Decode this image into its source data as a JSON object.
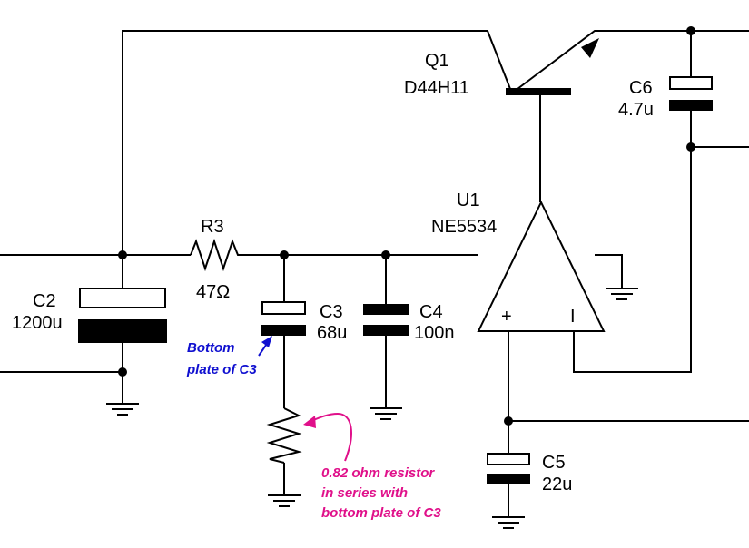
{
  "components": {
    "q1": {
      "ref": "Q1",
      "value": "D44H11"
    },
    "u1": {
      "ref": "U1",
      "value": "NE5534",
      "pin_plus": "+",
      "pin_minus": "I"
    },
    "r3": {
      "ref": "R3",
      "value": "47Ω"
    },
    "c2": {
      "ref": "C2",
      "value": "1200u"
    },
    "c3": {
      "ref": "C3",
      "value": "68u"
    },
    "c4": {
      "ref": "C4",
      "value": "100n"
    },
    "c5": {
      "ref": "C5",
      "value": "22u"
    },
    "c6": {
      "ref": "C6",
      "value": "4.7u"
    }
  },
  "annotations": {
    "bottom_plate": [
      "Bottom",
      "plate of C3"
    ],
    "series_resistor": [
      "0.82 ohm resistor",
      "in series with",
      "bottom plate of C3"
    ]
  },
  "colors": {
    "wire": "#000000",
    "note_blue": "#1010d0",
    "note_pink": "#e0108a"
  }
}
